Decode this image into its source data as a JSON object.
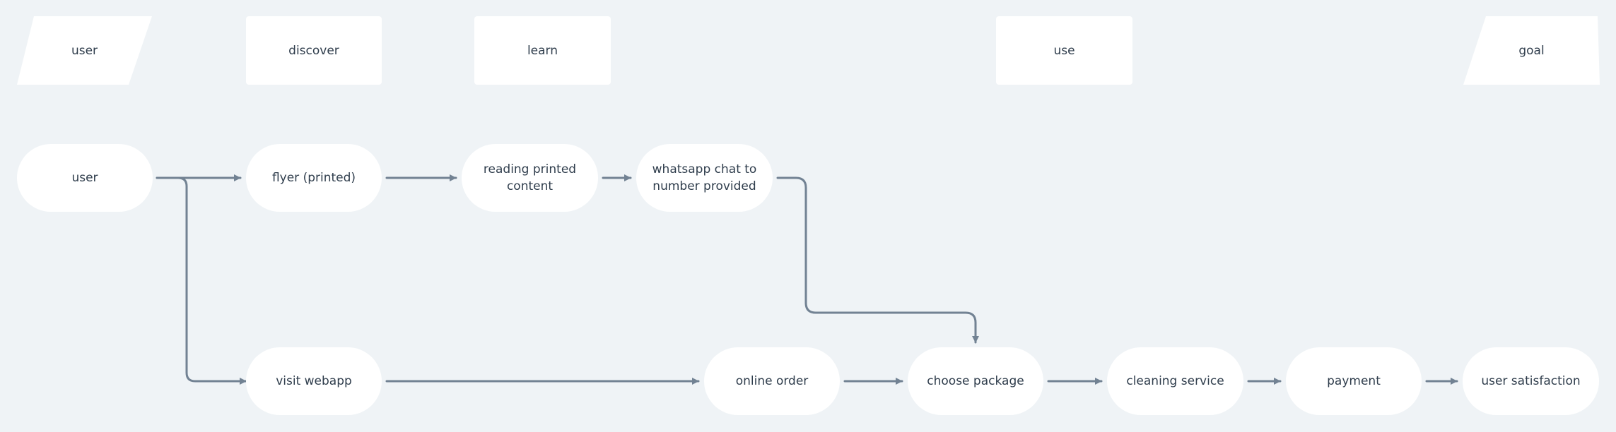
{
  "header": {
    "user": "user",
    "discover": "discover",
    "learn": "learn",
    "use": "use",
    "goal": "goal"
  },
  "nodes": {
    "user": "user",
    "flyer": "flyer (printed)",
    "reading_line1": "reading printed",
    "reading_line2": "content",
    "whatsapp_line1": "whatsapp chat to",
    "whatsapp_line2": "number provided",
    "visit_webapp": "visit webapp",
    "online_order": "online order",
    "choose_package": "choose package",
    "cleaning_service": "cleaning service",
    "payment": "payment",
    "user_satisfaction": "user satisfaction"
  },
  "colors": {
    "background": "#eff3f6",
    "node_fill": "#ffffff",
    "edge": "#728293",
    "text": "#2f3d4c"
  }
}
